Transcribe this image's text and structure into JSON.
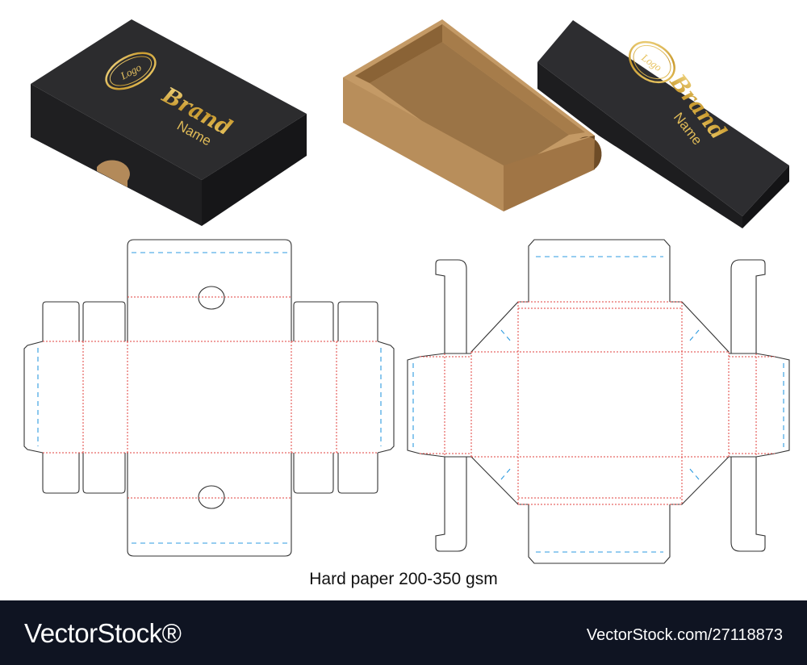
{
  "caption": "Hard paper 200-350 gsm",
  "mockup": {
    "logo_text": "Logo",
    "brand_text": "Brand",
    "name_text": "Name"
  },
  "watermark": {
    "left": "VectorStock®",
    "right": "VectorStock.com/27118873"
  },
  "colors": {
    "lid": "#2b2b2d",
    "kraft": "#b38a5a",
    "gold": "#d4a83a",
    "cut_line": "#333333",
    "crease_line": "#e0403d",
    "perforation_line": "#2e9be0",
    "footer_bg": "#0f1422"
  }
}
